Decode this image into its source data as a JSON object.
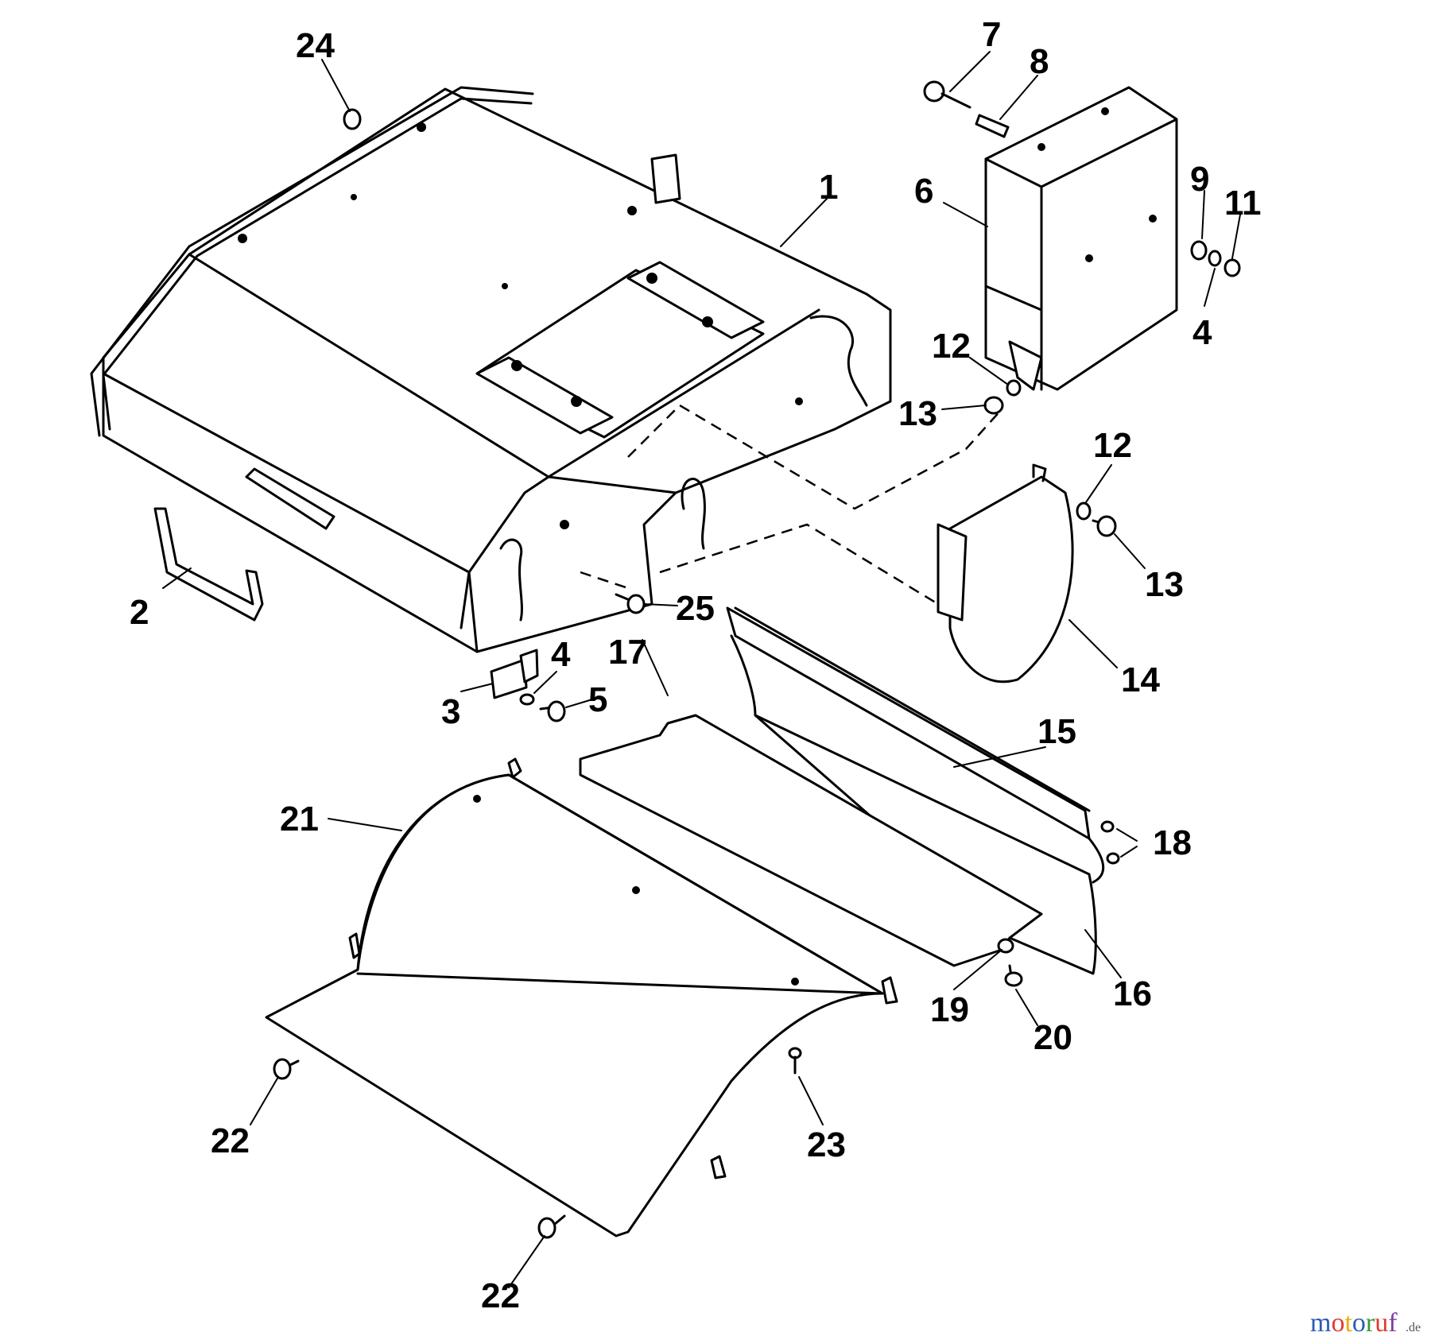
{
  "diagram": {
    "callouts": {
      "c1": "1",
      "c2": "2",
      "c3": "3",
      "c4a": "4",
      "c4b": "4",
      "c5": "5",
      "c6": "6",
      "c7": "7",
      "c8": "8",
      "c9": "9",
      "c11": "11",
      "c12a": "12",
      "c12b": "12",
      "c13a": "13",
      "c13b": "13",
      "c14": "14",
      "c15": "15",
      "c16": "16",
      "c17": "17",
      "c18": "18",
      "c19": "19",
      "c20": "20",
      "c21": "21",
      "c22a": "22",
      "c22b": "22",
      "c23": "23",
      "c24": "24",
      "c25": "25"
    },
    "watermark": {
      "brand": "motoruf",
      "suffix": ".de",
      "colors": [
        "#2b5bb5",
        "#e23b2e",
        "#f2a900",
        "#2b5bb5",
        "#3a9a3a",
        "#e23b2e",
        "#7a3fa0"
      ]
    }
  }
}
